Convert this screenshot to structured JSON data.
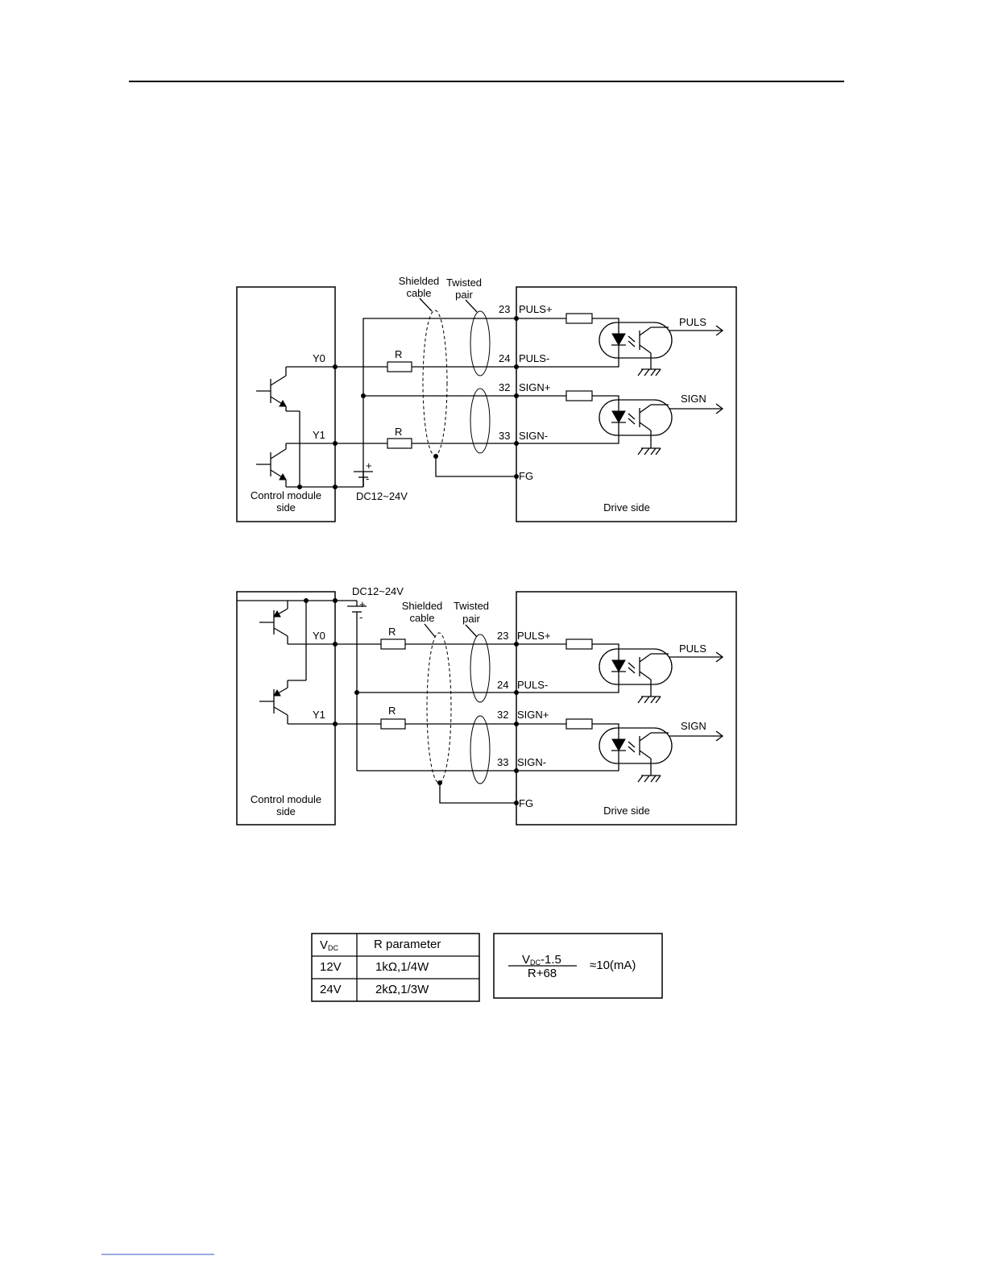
{
  "diagram1": {
    "shielded_cable": [
      "Shielded",
      "cable"
    ],
    "twisted_pair": [
      "Twisted",
      "pair"
    ],
    "pins": [
      "23",
      "24",
      "32",
      "33"
    ],
    "signals": [
      "PULS+",
      "PULS-",
      "SIGN+",
      "SIGN-",
      "FG"
    ],
    "outputs": [
      "Y0",
      "Y1"
    ],
    "resistor_label": "R",
    "supply": "DC12~24V",
    "polarity_plus": "+",
    "polarity_minus": "-",
    "control_side": [
      "Control module",
      "side"
    ],
    "drive_side": "Drive side",
    "out_puls": "PULS",
    "out_sign": "SIGN"
  },
  "diagram2": {
    "shielded_cable": [
      "Shielded",
      "cable"
    ],
    "twisted_pair": [
      "Twisted",
      "pair"
    ],
    "pins": [
      "23",
      "24",
      "32",
      "33"
    ],
    "signals": [
      "PULS+",
      "PULS-",
      "SIGN+",
      "SIGN-",
      "FG"
    ],
    "outputs": [
      "Y0",
      "Y1"
    ],
    "resistor_label": "R",
    "supply": "DC12~24V",
    "polarity_plus": "+",
    "polarity_minus": "-",
    "control_side": [
      "Control module",
      "side"
    ],
    "drive_side": "Drive side",
    "out_puls": "PULS",
    "out_sign": "SIGN"
  },
  "r_table": {
    "header_v": "V",
    "header_v_sub": "DC",
    "header_r": "R parameter",
    "rows": [
      {
        "v": "12V",
        "r": "1kΩ,1/4W"
      },
      {
        "v": "24V",
        "r": "2kΩ,1/3W"
      }
    ]
  },
  "formula": {
    "num_v": "V",
    "num_sub": "DC",
    "num_rest": "-1.5",
    "den": "R+68",
    "result": "≈10(mA)"
  }
}
